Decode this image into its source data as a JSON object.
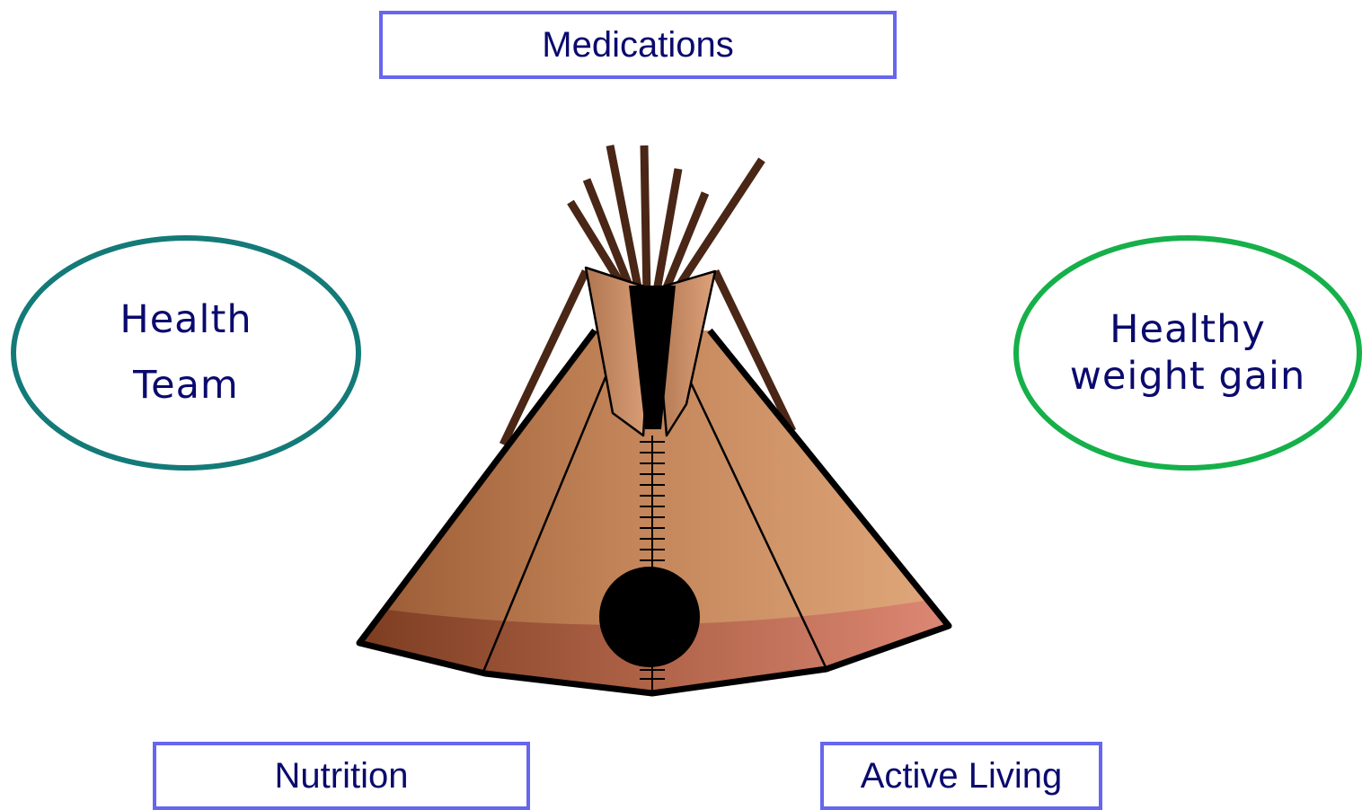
{
  "boxes": {
    "medications": "Medications",
    "nutrition": "Nutrition",
    "active_living": "Active Living"
  },
  "ovals": {
    "health_team": [
      "Health",
      "Team"
    ],
    "healthy_weight_gain": [
      "Healthy",
      "weight gain"
    ]
  },
  "illustration": {
    "icon": "tipi-icon"
  },
  "colors": {
    "box_border": "#6666ee",
    "text": "#0a0a6e",
    "health_team_border": "#137a78",
    "weight_gain_border": "#15b04a",
    "pole": "#4a2616",
    "hide_light": "#dca47a",
    "hide_dark": "#a86c44",
    "door": "#000000"
  }
}
